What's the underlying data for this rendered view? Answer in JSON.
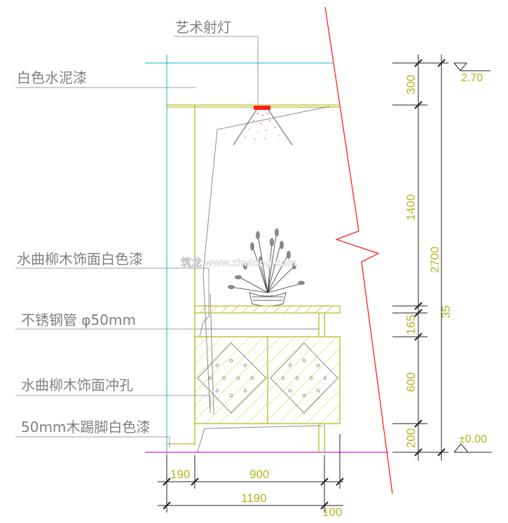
{
  "labels": {
    "spotlight": "艺术射灯",
    "white_cement_paint": "白色水泥漆",
    "willow_veneer_white": "水曲柳木饰面白色漆",
    "stainless_pipe": "不锈钢管 φ50mm",
    "willow_veneer_perforated": "水曲柳木饰面冲孔",
    "skirting_white": "50mm木踢脚白色漆"
  },
  "dimensions": {
    "vertical": [
      "300",
      "1400",
      "165",
      "600",
      "200"
    ],
    "total_height": "2700",
    "side_total": "35",
    "horizontal": [
      "190",
      "900",
      "1190",
      "100"
    ]
  },
  "levels": {
    "top": "2.70",
    "bottom": "±0.00"
  },
  "watermark": "筑龙 www.zhulong.com",
  "colors": {
    "cyan": "#00b8c8",
    "yellow": "#b8b820",
    "red": "#ff2020",
    "magenta": "#d020d0",
    "gray": "#808080"
  }
}
